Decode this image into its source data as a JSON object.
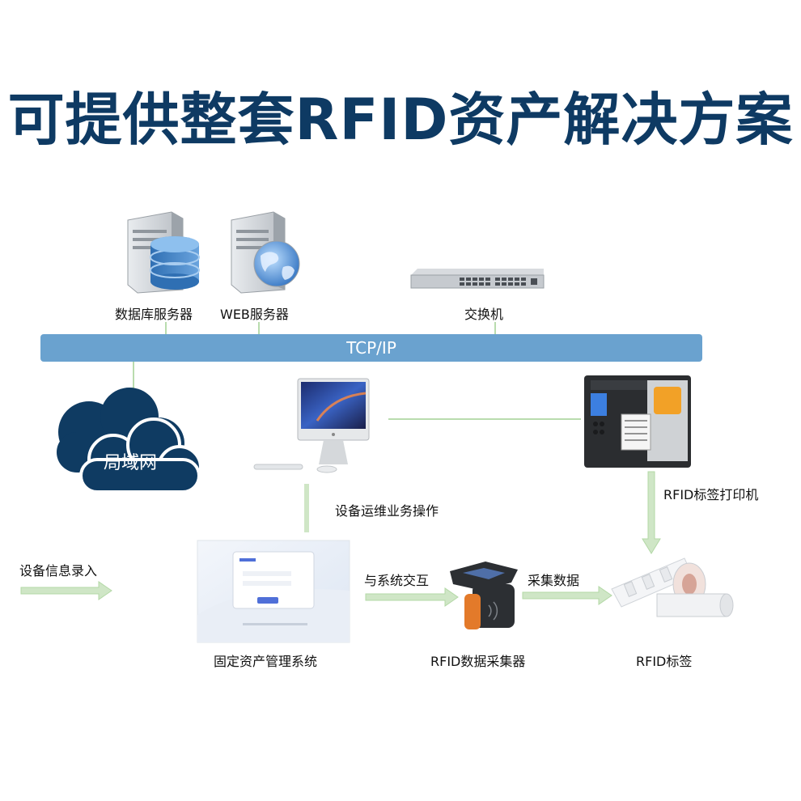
{
  "title": "可提供整套RFID资产解决方案",
  "network": {
    "db_server": "数据库服务器",
    "web_server": "WEB服务器",
    "switch": "交换机",
    "bus": "TCP/IP",
    "lan": "局域网"
  },
  "devices": {
    "printer": "RFID标签打印机",
    "ops": "设备运维业务操作",
    "input": "设备信息录入",
    "system": "固定资产管理系统",
    "interact": "与系统交互",
    "collector": "RFID数据采集器",
    "collect": "采集数据",
    "tag": "RFID标签"
  },
  "colors": {
    "title": "#0e3a63",
    "bus": "#6aa2cf",
    "connector": "#b9dcae",
    "cloud": "#0f3b62"
  }
}
